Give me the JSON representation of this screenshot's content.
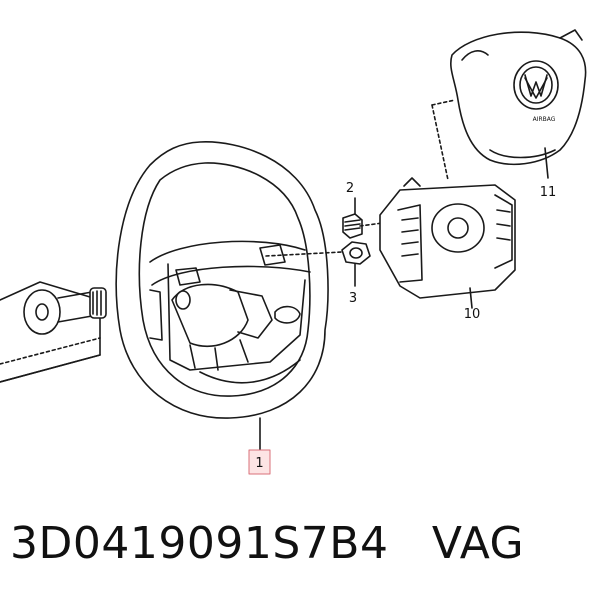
{
  "diagram": {
    "callouts": [
      {
        "id": "steering-wheel",
        "label": "1",
        "highlighted": true
      },
      {
        "id": "bolt",
        "label": "2"
      },
      {
        "id": "nut",
        "label": "3"
      },
      {
        "id": "clock-spring",
        "label": "10"
      },
      {
        "id": "airbag-module",
        "label": "11"
      }
    ],
    "airbag_text": "AIRBAG"
  },
  "footer": {
    "part_number": "3D0419091S7B4",
    "brand": "VAG"
  },
  "colors": {
    "line": "#1a1a1a",
    "highlight_fill": "#fde4e4",
    "highlight_border": "#d9707a"
  }
}
